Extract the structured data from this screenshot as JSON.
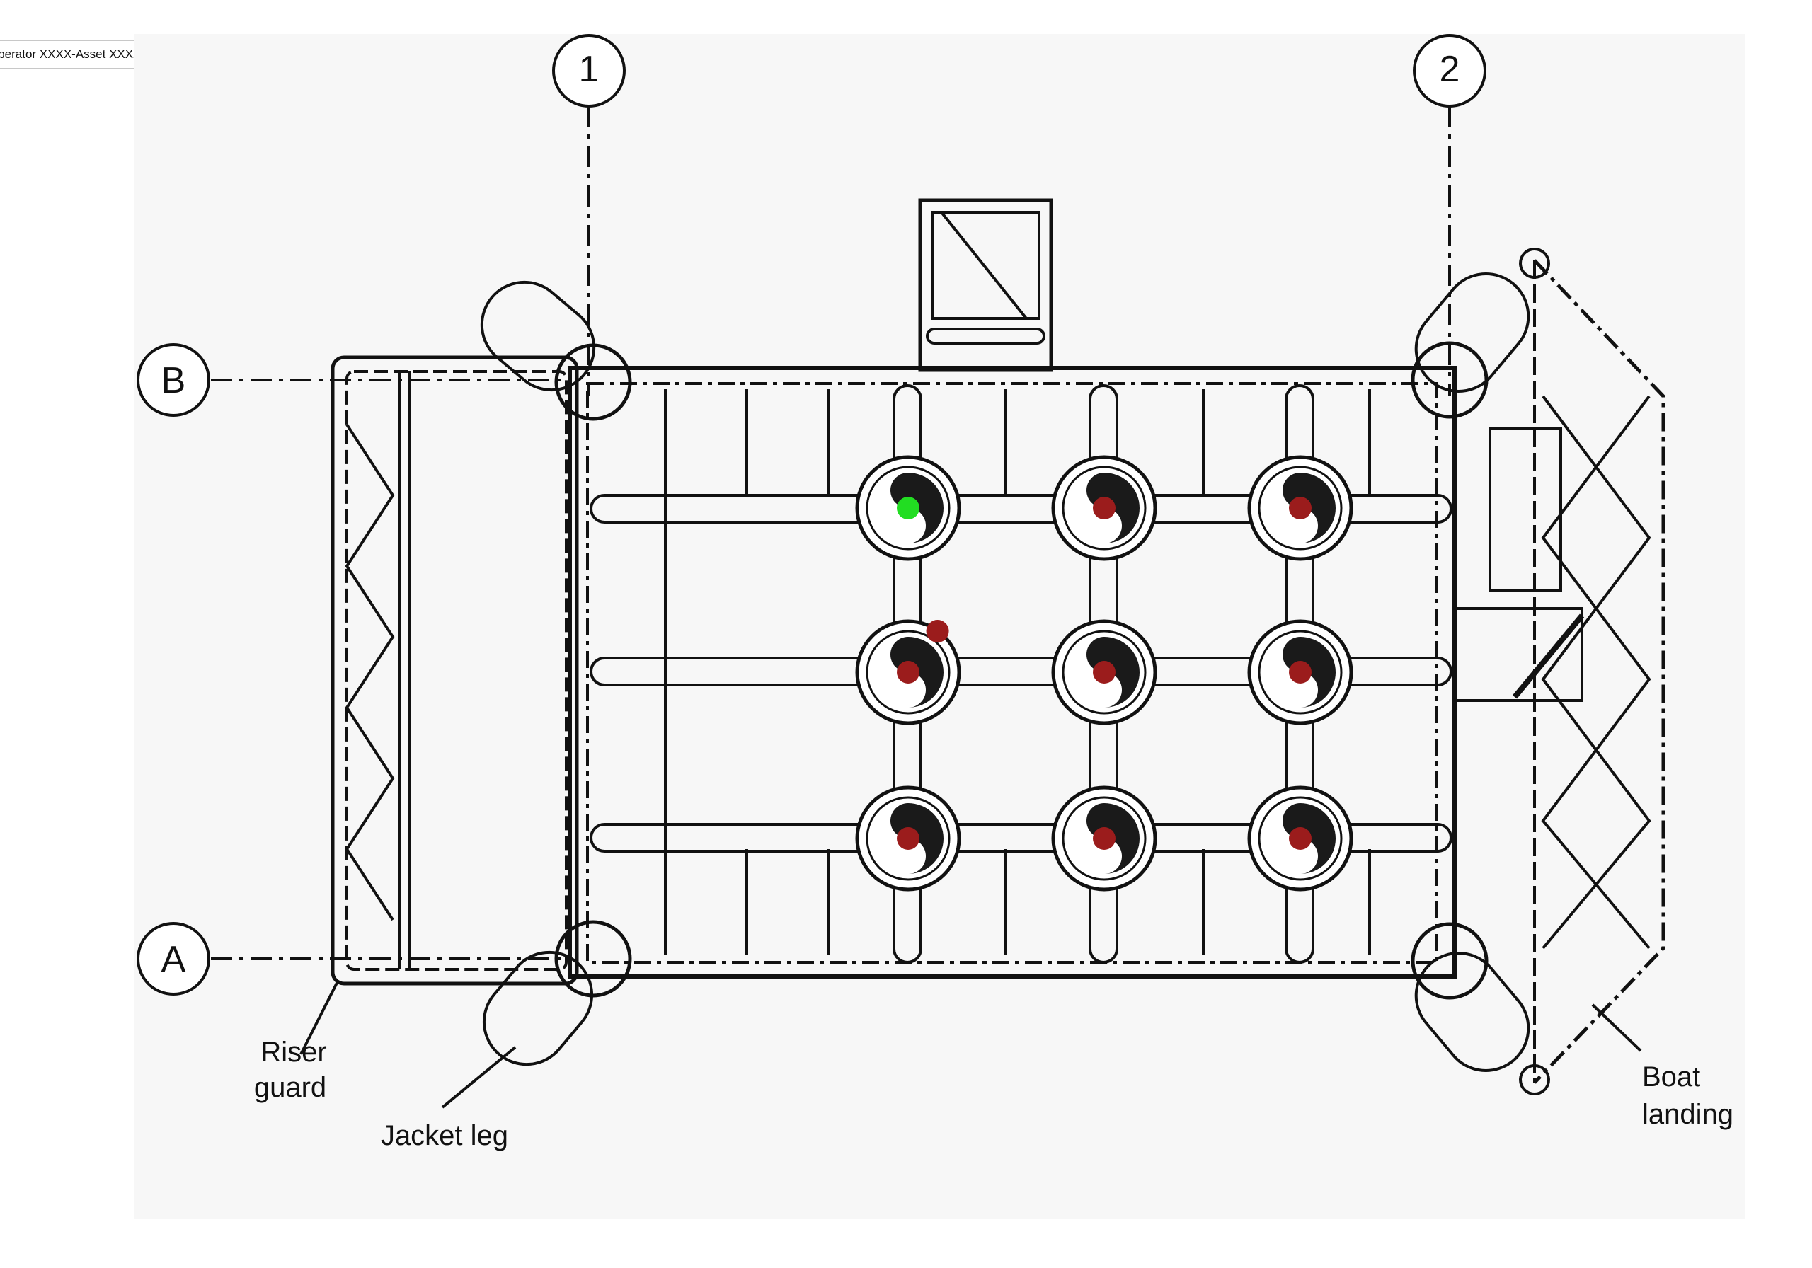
{
  "selector": {
    "value": "Operator XXXX-Asset XXXX"
  },
  "grid_labels": {
    "col_1": "1",
    "col_2": "2",
    "row_a": "A",
    "row_b": "B"
  },
  "annotations": {
    "riser_guard_line1": "Riser",
    "riser_guard_line2": "guard",
    "jacket_leg": "Jacket leg",
    "boat_landing_line1": "Boat",
    "boat_landing_line2": "landing"
  },
  "markers": {
    "colors": {
      "selected": "#22dd22",
      "default": "#9b1c1c"
    },
    "items": [
      {
        "state": "selected",
        "row": 1,
        "col": 1
      },
      {
        "state": "default",
        "row": 1,
        "col": 2
      },
      {
        "state": "default",
        "row": 1,
        "col": 3
      },
      {
        "state": "default",
        "row": 2,
        "col": 1
      },
      {
        "state": "default",
        "row": 2,
        "col": 2
      },
      {
        "state": "default",
        "row": 2,
        "col": 3
      },
      {
        "state": "default",
        "row": 3,
        "col": 1
      },
      {
        "state": "default",
        "row": 3,
        "col": 2
      },
      {
        "state": "default",
        "row": 3,
        "col": 3
      },
      {
        "state": "default",
        "row": 1.75,
        "col": 1.15
      }
    ]
  }
}
